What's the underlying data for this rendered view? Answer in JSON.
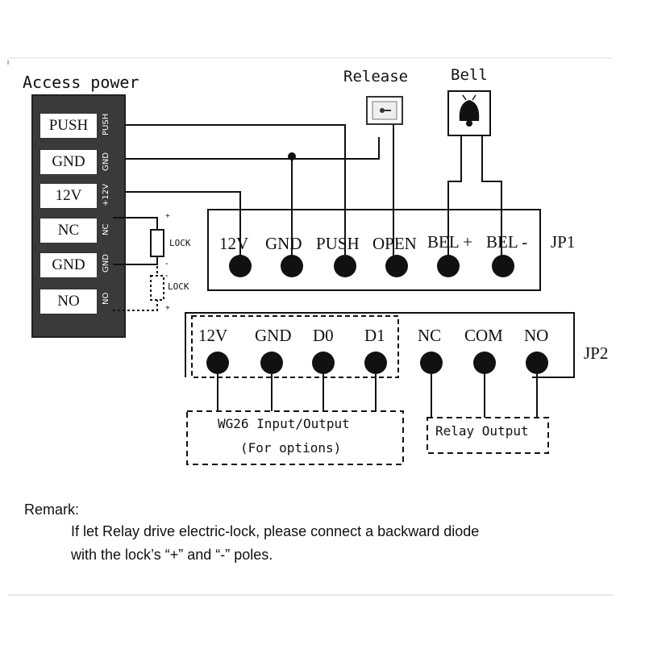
{
  "title": "Access power",
  "terminal_block": {
    "labels": [
      "PUSH",
      "GND",
      "12V",
      "NC",
      "GND",
      "NO"
    ],
    "side_labels": [
      "PUSH",
      "GND",
      "+12V",
      "NC",
      "GND",
      "NO"
    ]
  },
  "lock1": {
    "label": "LOCK",
    "plus": "+",
    "minus": "-"
  },
  "lock2": {
    "label": "LOCK",
    "minus": "-",
    "plus": "+"
  },
  "release": {
    "label": "Release"
  },
  "bell": {
    "label": "Bell"
  },
  "jp1": {
    "name": "JP1",
    "pins": [
      "12V",
      "GND",
      "PUSH",
      "OPEN",
      "BEL +",
      "BEL -"
    ]
  },
  "jp2": {
    "name": "JP2",
    "pins": [
      "12V",
      "GND",
      "D0",
      "D1",
      "NC",
      "COM",
      "NO"
    ]
  },
  "wg26": {
    "line1": "WG26 Input/Output",
    "line2": "(For options)"
  },
  "relay": {
    "label": "Relay Output"
  },
  "remark": {
    "title": "Remark:",
    "line1": "If let Relay drive electric-lock, please connect a backward diode",
    "line2": "with the lock’s “+” and “-” poles."
  }
}
